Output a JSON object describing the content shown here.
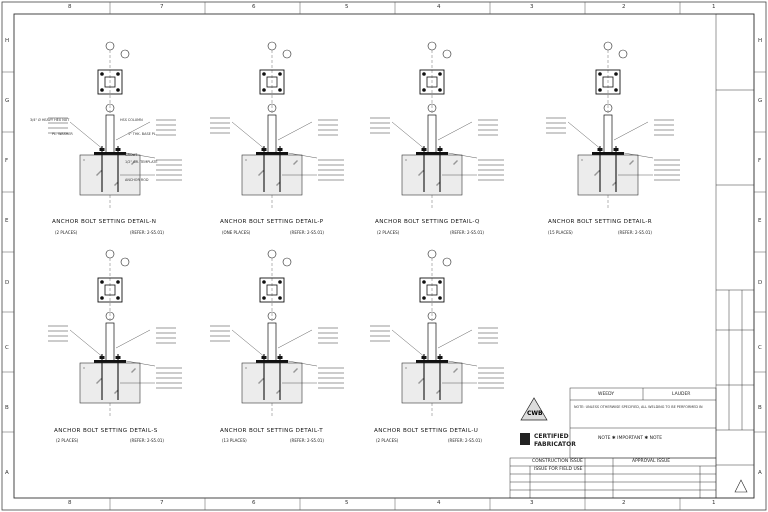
{
  "grid": {
    "columns": [
      "8",
      "7",
      "6",
      "5",
      "4",
      "3",
      "2",
      "1"
    ],
    "rows": [
      "H",
      "G",
      "F",
      "E",
      "D",
      "C",
      "B",
      "A"
    ]
  },
  "details": [
    {
      "title": "ANCHOR BOLT SETTING DETAIL-N",
      "qty": "(2 PLACES)",
      "ref": "(REFER: 2-S5.01)"
    },
    {
      "title": "ANCHOR BOLT SETTING DETAIL-P",
      "qty": "(ONE PLACES)",
      "ref": "(REFER: 2-S5.01)"
    },
    {
      "title": "ANCHOR BOLT SETTING DETAIL-Q",
      "qty": "(2 PLACES)",
      "ref": "(REFER: 2-S5.01)"
    },
    {
      "title": "ANCHOR BOLT SETTING DETAIL-R",
      "qty": "(15 PLACES)",
      "ref": "(REFER: 2-S5.01)"
    },
    {
      "title": "ANCHOR BOLT SETTING DETAIL-S",
      "qty": "(2 PLACES)",
      "ref": "(REFER: 2-S5.01)"
    },
    {
      "title": "ANCHOR BOLT SETTING DETAIL-T",
      "qty": "(13 PLACES)",
      "ref": "(REFER: 2-S5.01)"
    },
    {
      "title": "ANCHOR BOLT SETTING DETAIL-U",
      "qty": "(2 PLACES)",
      "ref": "(REFER: 2-S5.01)"
    }
  ],
  "callouts": {
    "hex_nut": "3/4\" Ø HEAVY HEX NUT",
    "plate_washer": "PL. WASHER",
    "column": "HSS COLUMN",
    "base_pl": "1\" THK. BASE PL.",
    "template": "1/2\" GR. TEMPLATE",
    "anchor_rod": "ANCHOR ROD",
    "grout": "GROUT"
  },
  "title_block": {
    "left_name": "WEEDY",
    "right_name": "LAUDER",
    "note_line": "NOTE: UNLESS OTHERWISE SPECIFIED, ALL WELDING TO BE PERFORMED IN",
    "important": "NOTE  ✱  IMPORTANT  ✱  NOTE",
    "construction_issue": "CONSTRUCTION ISSUE",
    "approval_issue": "APPROVAL ISSUE",
    "certified_line1": "CERTIFIED",
    "certified_line2": "FABRICATOR",
    "revision": "ISSUE FOR FIELD USE"
  },
  "colors": {
    "line": "#222222",
    "grid": "#555555",
    "fill": "#e8e8e8"
  }
}
